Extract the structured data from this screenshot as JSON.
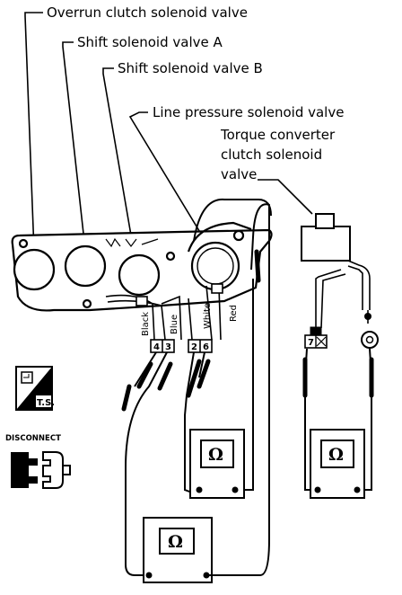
{
  "labels": {
    "overrun": "Overrun clutch solenoid valve",
    "shift_a": "Shift solenoid valve A",
    "shift_b": "Shift solenoid valve B",
    "line_pressure": "Line pressure solenoid valve",
    "tcc_line1": "Torque converter",
    "tcc_line2": "clutch solenoid",
    "tcc_line3": "valve"
  },
  "wires": {
    "black": "Black",
    "blue": "Blue",
    "white": "White",
    "red": "Red"
  },
  "pins": {
    "p4": "4",
    "p3": "3",
    "p2": "2",
    "p6": "6",
    "p7": "7"
  },
  "ohm_symbol": "Ω",
  "badges": {
    "ts": "T.S.",
    "disconnect": "DISCONNECT"
  }
}
